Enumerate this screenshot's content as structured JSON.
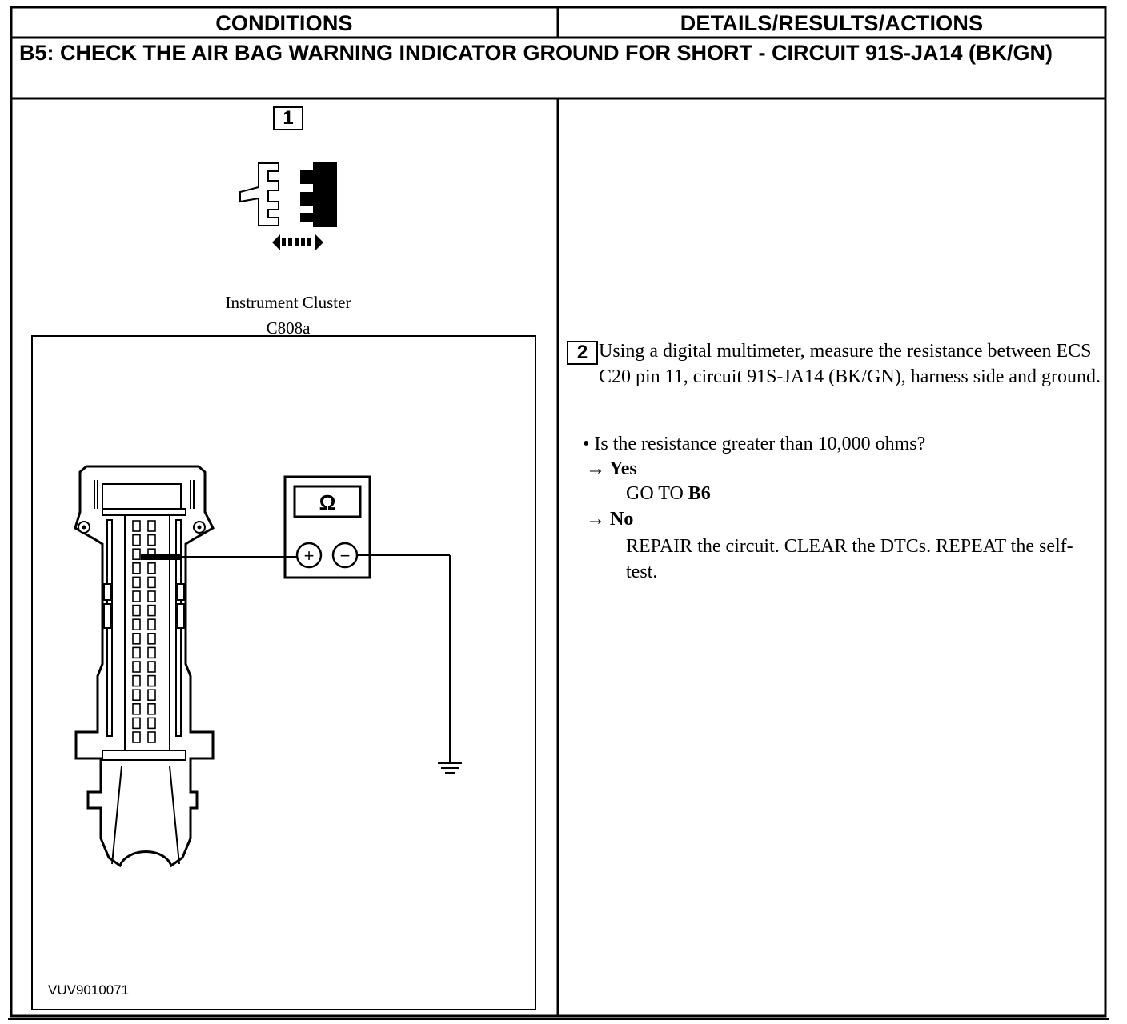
{
  "header": {
    "conditions": "CONDITIONS",
    "details": "DETAILS/RESULTS/ACTIONS"
  },
  "step_title": "B5: CHECK THE AIR BAG WARNING INDICATOR GROUND FOR SHORT - CIRCUIT 91S-JA14 (BK/GN)",
  "step1": {
    "number": "1",
    "connector_name": "Instrument Cluster",
    "connector_id": "C808a"
  },
  "figure": {
    "meter_symbol": "Ω",
    "plus_symbol": "+",
    "minus_symbol": "−",
    "code": "VUV9010071"
  },
  "step2": {
    "number": "2",
    "instruction": "Using a digital multimeter, measure the resistance between ECS C20 pin 11, circuit 91S-JA14 (BK/GN), harness side and ground.",
    "question": "• Is the resistance greater than 10,000 ohms?",
    "arrow": "→",
    "yes_label": "Yes",
    "yes_action_prefix": "GO TO ",
    "yes_action_target": "B6",
    "no_label": "No",
    "no_action": "REPAIR the circuit. CLEAR the DTCs. REPEAT the self-test."
  },
  "icons": {
    "disconnect": "connector-disconnect-icon",
    "ground": "ground-symbol-icon"
  }
}
